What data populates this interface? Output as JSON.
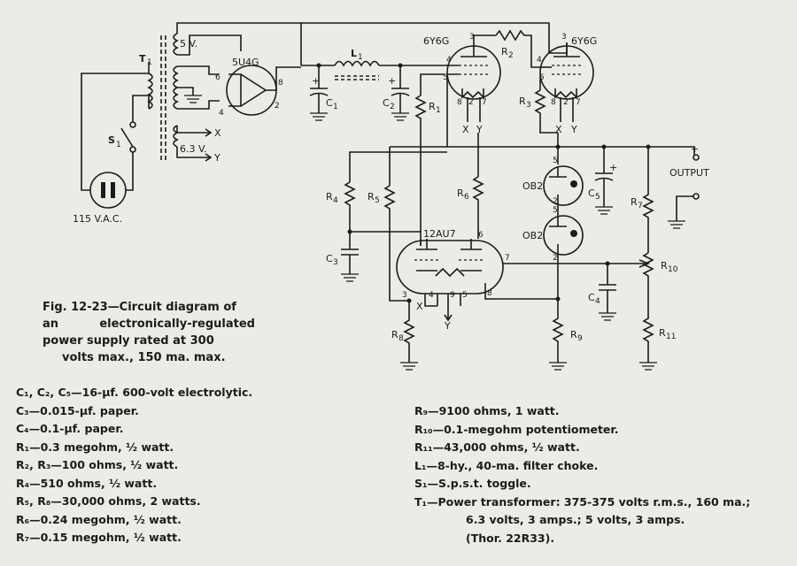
{
  "labels": {
    "t1": "T",
    "t1_sub": "1",
    "s1": "S",
    "s1_sub": "1",
    "rect_tube": "5U4G",
    "tube_a": "6Y6G",
    "tube_b": "6Y6G",
    "amp_tube": "12AU7",
    "vr_top": "OB2",
    "vr_bottom": "OB2",
    "winding_5v": "5 V.",
    "winding_63v": "6.3 V.",
    "heater_x": "X",
    "heater_y": "Y",
    "ac_input": "115 V.A.C.",
    "output": "OUTPUT",
    "plus": "+",
    "l1": "L",
    "l1_sub": "1",
    "c1": "C",
    "c1_sub": "1",
    "c2": "C",
    "c2_sub": "2",
    "c3": "C",
    "c3_sub": "3",
    "c4": "C",
    "c4_sub": "4",
    "c5": "C",
    "c5_sub": "5",
    "r1": "R",
    "r1_sub": "1",
    "r2": "R",
    "r2_sub": "2",
    "r3": "R",
    "r3_sub": "3",
    "r4": "R",
    "r4_sub": "4",
    "r5": "R",
    "r5_sub": "5",
    "r6": "R",
    "r6_sub": "6",
    "r7": "R",
    "r7_sub": "7",
    "r8": "R",
    "r8_sub": "8",
    "r9": "R",
    "r9_sub": "9",
    "r10": "R",
    "r10_sub": "10",
    "r11": "R",
    "r11_sub": "11",
    "pin2": "2",
    "pin3": "3",
    "pin4": "4",
    "pin5": "5",
    "pin6": "6",
    "pin7": "7",
    "pin8": "8",
    "pin9": "9"
  },
  "caption": {
    "line1": "Fig. 12-23—Circuit diagram of",
    "line2a": "an",
    "line2b": "electronically-regulated",
    "line3": "power supply rated at 300",
    "line4": "volts max., 150 ma. max."
  },
  "parts_left": [
    "C₁, C₂, C₅—16-μf. 600-volt electrolytic.",
    "C₃—0.015-μf. paper.",
    "C₄—0.1-μf. paper.",
    "R₁—0.3 megohm, ½ watt.",
    "R₂, R₃—100 ohms, ½ watt.",
    "R₄—510 ohms, ½ watt.",
    "R₅, R₈—30,000 ohms, 2 watts.",
    "R₆—0.24 megohm, ½ watt.",
    "R₇—0.15 megohm, ½ watt."
  ],
  "parts_right": [
    "R₉—9100 ohms, 1 watt.",
    "R₁₀—0.1-megohm potentiometer.",
    "R₁₁—43,000 ohms, ½ watt.",
    "L₁—8-hy., 40-ma. filter choke.",
    "S₁—S.p.s.t. toggle.",
    "T₁—Power transformer: 375-375 volts r.m.s., 160 ma.;",
    "6.3 volts, 3 amps.; 5 volts, 3 amps.",
    "(Thor. 22R33)."
  ]
}
